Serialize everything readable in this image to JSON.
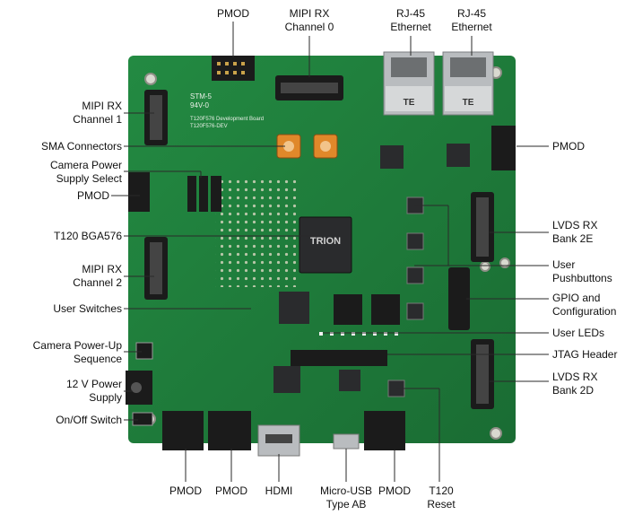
{
  "callouts": {
    "pmod_top": "PMOD",
    "mipi_rx_ch0": [
      "MIPI RX",
      "Channel 0"
    ],
    "rj45_left": [
      "RJ-45",
      "Ethernet"
    ],
    "rj45_right": [
      "RJ-45",
      "Ethernet"
    ],
    "mipi_rx_ch1": [
      "MIPI RX",
      "Channel 1"
    ],
    "sma_connectors": "SMA Connectors",
    "camera_power_supply_select": [
      "Camera Power",
      "Supply Select"
    ],
    "pmod_left": "PMOD",
    "t120_bga576": "T120 BGA576",
    "mipi_rx_ch2": [
      "MIPI RX",
      "Channel 2"
    ],
    "user_switches": "User Switches",
    "camera_powerup_sequence": [
      "Camera Power-Up",
      "Sequence"
    ],
    "power_supply_12v": [
      "12 V Power",
      "Supply"
    ],
    "onoff_switch": "On/Off Switch",
    "pmod_right": "PMOD",
    "lvds_rx_bank_2e": [
      "LVDS RX",
      "Bank 2E"
    ],
    "user_pushbuttons": [
      "User",
      "Pushbuttons"
    ],
    "gpio_configuration": [
      "GPIO and",
      "Configuration"
    ],
    "user_leds": "User LEDs",
    "jtag_header": "JTAG Header",
    "lvds_rx_bank_2d": [
      "LVDS RX",
      "Bank 2D"
    ],
    "pmod_bottom_1": "PMOD",
    "pmod_bottom_2": "PMOD",
    "hdmi": "HDMI",
    "micro_usb": [
      "Micro-USB",
      "Type AB"
    ],
    "pmod_bottom_3": "PMOD",
    "t120_reset": [
      "T120",
      "Reset"
    ]
  },
  "board_text": {
    "chip_logo": "TRION",
    "silk_line1": "STM-5",
    "silk_line2": "94V-0",
    "silk_title1": "T120F576 Development Board",
    "silk_title2": "T120F576-DEV",
    "rj_brand": "TE"
  },
  "colors": {
    "pcb": "#1f7a3a",
    "pcb_dark": "#145c2a",
    "silk": "#e8efe6",
    "header": "#1b1b1b",
    "metal": "#b9bcbf",
    "sma": "#e0882a",
    "leader": "#2a2a2a"
  }
}
